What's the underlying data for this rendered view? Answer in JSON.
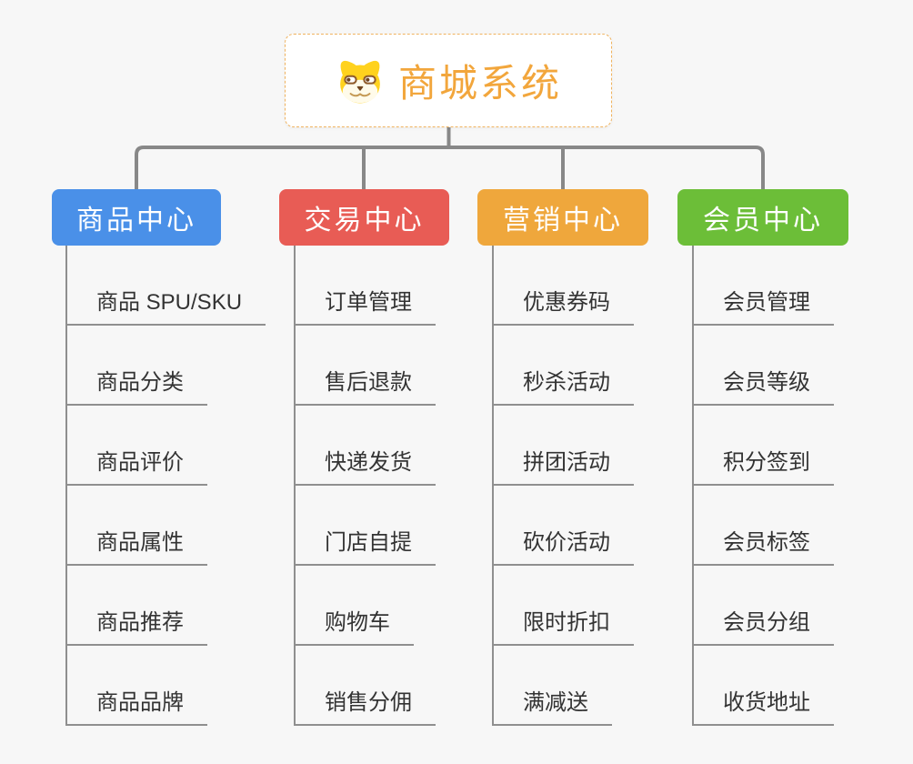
{
  "page": {
    "background": "#F7F7F7",
    "connector_color": "#888888",
    "underline_color": "#8F8F8F"
  },
  "root": {
    "title": "商城系统",
    "title_color": "#F2A63C",
    "border_color": "#F0B35F",
    "icon": "shiba-dog-icon"
  },
  "branches": [
    {
      "label": "商品中心",
      "color": "#4A90E8",
      "children": [
        "商品 SPU/SKU",
        "商品分类",
        "商品评价",
        "商品属性",
        "商品推荐",
        "商品品牌"
      ]
    },
    {
      "label": "交易中心",
      "color": "#E85C55",
      "children": [
        "订单管理",
        "售后退款",
        "快递发货",
        "门店自提",
        "购物车",
        "销售分佣"
      ]
    },
    {
      "label": "营销中心",
      "color": "#EFA73C",
      "children": [
        "优惠券码",
        "秒杀活动",
        "拼团活动",
        "砍价活动",
        "限时折扣",
        "满减送"
      ]
    },
    {
      "label": "会员中心",
      "color": "#6CBE38",
      "children": [
        "会员管理",
        "会员等级",
        "积分签到",
        "会员标签",
        "会员分组",
        "收货地址"
      ]
    }
  ]
}
